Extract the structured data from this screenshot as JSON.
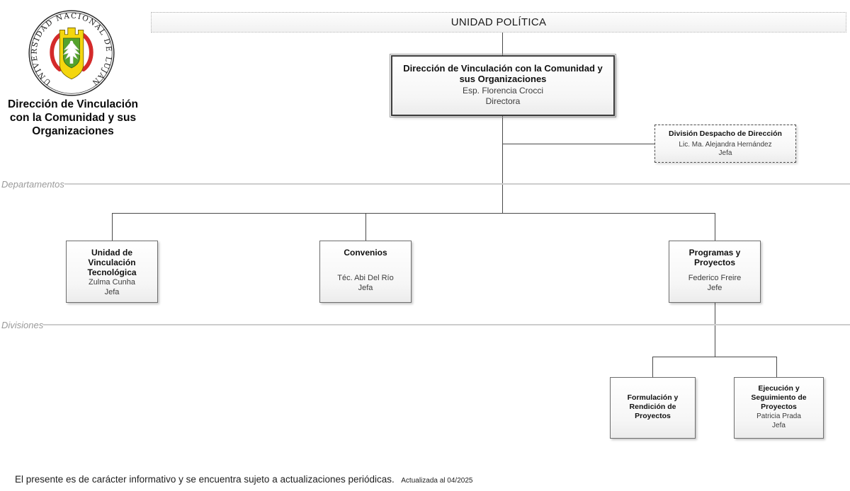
{
  "header": {
    "logo": {
      "ring_text": "UNIVERSIDAD NACIONAL DE LUJÁN"
    },
    "unit_title": "Dirección de Vinculación con la Comunidad y sus Organizaciones",
    "banner_label": "UNIDAD POLÍTICA"
  },
  "org": {
    "root": {
      "title": "Dirección de Vinculación con la Comunidad y sus Organizaciones",
      "person": "Esp. Florencia Crocci",
      "role": "Directora"
    },
    "staff_unit": {
      "title": "División Despacho de Dirección",
      "person": "Lic. Ma. Alejandra Hernández",
      "role": "Jefa"
    },
    "sections": {
      "departments_label": "Departamentos",
      "divisions_label": "Divisiones"
    },
    "departments": [
      {
        "title": "Unidad de Vinculación Tecnológica",
        "person": "Zulma Cunha",
        "role": "Jefa"
      },
      {
        "title": "Convenios",
        "person": "Téc. Abi Del Río",
        "role": "Jefa"
      },
      {
        "title": "Programas y Proyectos",
        "person": "Federico Freire",
        "role": "Jefe"
      }
    ],
    "divisions": [
      {
        "title": "Formulación y Rendición de Proyectos",
        "person": "",
        "role": ""
      },
      {
        "title": "Ejecución y Seguimiento de Proyectos",
        "person": "Patricia Prada",
        "role": "Jefa"
      }
    ]
  },
  "footer": {
    "note": "El presente es de carácter informativo y se encuentra sujeto a actualizaciones periódicas.",
    "updated": "Actualizada al 04/2025"
  },
  "colors": {
    "seal_yellow": "#f4d60e",
    "seal_red": "#d42a2a",
    "seal_green": "#54a22c",
    "connector": "#4a4a4a",
    "section_line": "#cdcdcd"
  }
}
